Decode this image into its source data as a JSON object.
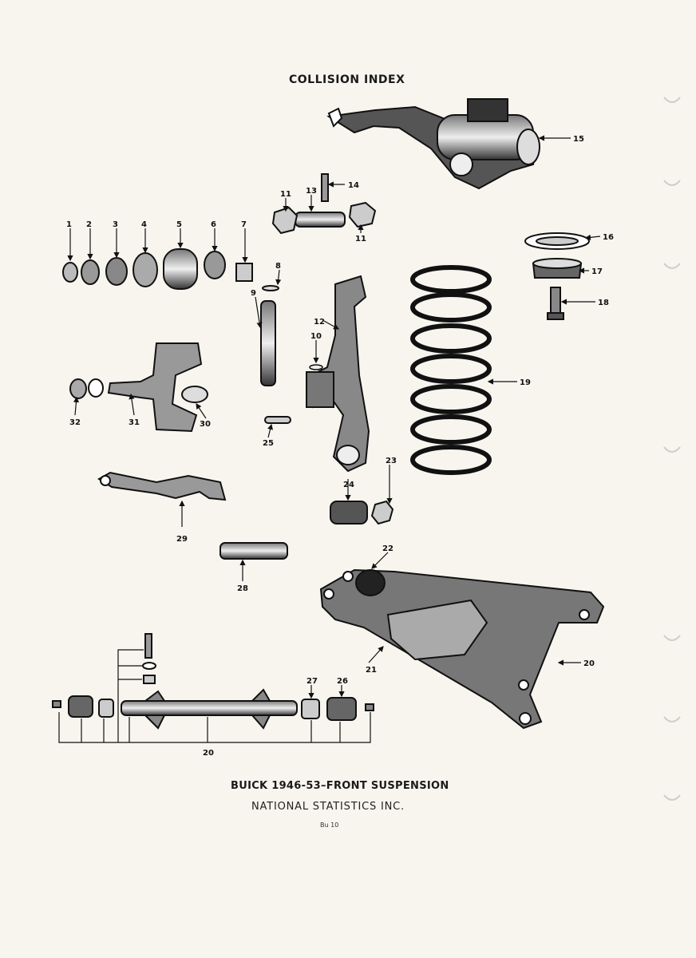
{
  "header": {
    "title": "COLLISION INDEX"
  },
  "footer": {
    "title": "BUICK 1946-53–FRONT SUSPENSION",
    "publisher": "NATIONAL STATISTICS INC.",
    "code": "Bu 10"
  },
  "parts": {
    "p1": "1",
    "p2": "2",
    "p3": "3",
    "p4": "4",
    "p5": "5",
    "p6": "6",
    "p7": "7",
    "p8": "8",
    "p9": "9",
    "p10": "10",
    "p11a": "11",
    "p11b": "11",
    "p12": "12",
    "p13": "13",
    "p14": "14",
    "p15": "15",
    "p16": "16",
    "p17": "17",
    "p18": "18",
    "p19": "19",
    "p20a": "20",
    "p20b": "20",
    "p21": "21",
    "p22": "22",
    "p23": "23",
    "p24": "24",
    "p25": "25",
    "p26": "26",
    "p27": "27",
    "p28": "28",
    "p29": "29",
    "p30": "30",
    "p31": "31",
    "p32": "32"
  }
}
